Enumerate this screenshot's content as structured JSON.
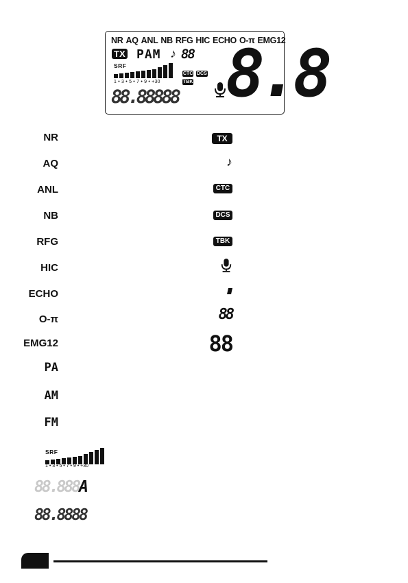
{
  "lcd": {
    "row1": [
      "NR",
      "AQ",
      "ANL",
      "NB",
      "RFG",
      "HIC",
      "ECHO",
      "O-π",
      "EMG12"
    ],
    "tx": "TX",
    "mode": "PAM",
    "note": "♪",
    "channel2": "88",
    "srf": "SRF",
    "scale": "1 • 3 • 5 • 7 • 9 • +30",
    "ctc": "CTC",
    "dcs": "DCS",
    "tbk": "TBK",
    "big_digits": "8.8",
    "freq": "88.88888"
  },
  "left_labels": [
    "NR",
    "AQ",
    "ANL",
    "NB",
    "RFG",
    "HIC",
    "ECHO",
    "O-π",
    "EMG12",
    "PA",
    "AM",
    "FM"
  ],
  "right_icons": {
    "tx": "TX",
    "note": "♪",
    "ctc": "CTC",
    "dcs": "DCS",
    "tbk": "TBK",
    "mic": "microphone-icon",
    "dot": "dot-icon",
    "small_digits": "88",
    "big_digits": "88"
  },
  "bottom": {
    "srf": "SRF",
    "scale": "1 • 3 • 5 • 7 • 9 • +30",
    "freq_dim": "88.888",
    "freq_last": "A",
    "freq_full": "88.8888"
  },
  "colors": {
    "ink": "#111111",
    "dim": "#c9c9c9"
  }
}
